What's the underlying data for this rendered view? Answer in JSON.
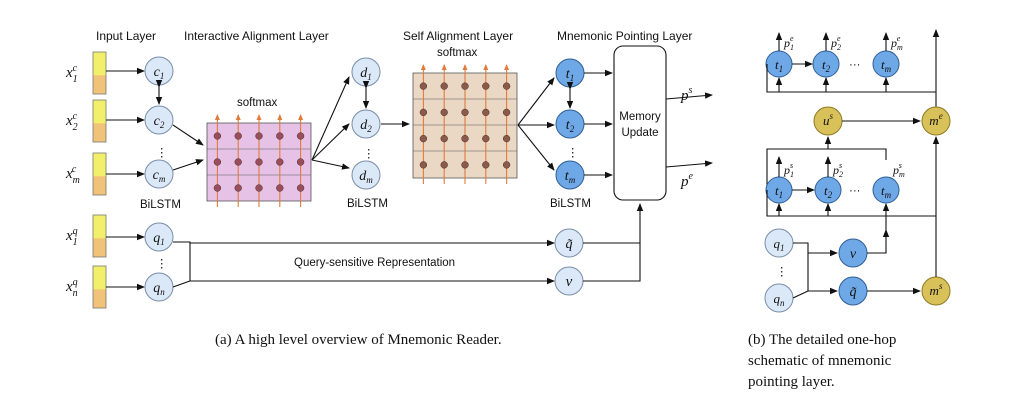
{
  "headers": {
    "input": "Input Layer",
    "interactive": "Interactive Alignment Layer",
    "self": "Self Alignment Layer",
    "mnemonic": "Mnemonic Pointing Layer"
  },
  "labels": {
    "softmax1": "softmax",
    "softmax2": "softmax",
    "bilstm1": "BiLSTM",
    "bilstm2": "BiLSTM",
    "bilstm3": "BiLSTM",
    "memory_line1": "Memory",
    "memory_line2": "Update",
    "query_sensitive": "Query-sensitive Representation",
    "dots": "⋮",
    "hdots": "···"
  },
  "inputs": {
    "x1c": {
      "b": "x",
      "sub": "1",
      "sup": "c"
    },
    "x2c": {
      "b": "x",
      "sub": "2",
      "sup": "c"
    },
    "xmc": {
      "b": "x",
      "sub": "m",
      "sup": "c"
    },
    "x1q": {
      "b": "x",
      "sub": "1",
      "sup": "q"
    },
    "xnq": {
      "b": "x",
      "sub": "n",
      "sup": "q"
    }
  },
  "nodes": {
    "c1": {
      "b": "c",
      "sub": "1"
    },
    "c2": {
      "b": "c",
      "sub": "2"
    },
    "cm": {
      "b": "c",
      "sub": "m"
    },
    "q1": {
      "b": "q",
      "sub": "1"
    },
    "qn": {
      "b": "q",
      "sub": "n"
    },
    "d1": {
      "b": "d",
      "sub": "1"
    },
    "d2": {
      "b": "d",
      "sub": "2"
    },
    "dm": {
      "b": "d",
      "sub": "m"
    },
    "t1": {
      "b": "t",
      "sub": "1"
    },
    "t2": {
      "b": "t",
      "sub": "2"
    },
    "tm": {
      "b": "t",
      "sub": "m"
    },
    "qtilde": {
      "b": "q̃"
    },
    "v": {
      "b": "v"
    }
  },
  "outputs": {
    "ps": {
      "b": "p",
      "sup": "s"
    },
    "pe": {
      "b": "p",
      "sup": "e"
    }
  },
  "right_panel": {
    "top_t1": {
      "b": "t",
      "sub": "1"
    },
    "top_t2": {
      "b": "t",
      "sub": "2"
    },
    "top_tm": {
      "b": "t",
      "sub": "m"
    },
    "top_p1": {
      "b": "p",
      "sub": "1",
      "sup": "e"
    },
    "top_p2": {
      "b": "p",
      "sub": "2",
      "sup": "e"
    },
    "top_pm": {
      "b": "p",
      "sub": "m",
      "sup": "e"
    },
    "us": {
      "b": "u",
      "sup": "s"
    },
    "me": {
      "b": "m",
      "sup": "e"
    },
    "bot_t1": {
      "b": "t",
      "sub": "1"
    },
    "bot_t2": {
      "b": "t",
      "sub": "2"
    },
    "bot_tm": {
      "b": "t",
      "sub": "m"
    },
    "bot_p1": {
      "b": "p",
      "sub": "1",
      "sup": "s"
    },
    "bot_p2": {
      "b": "p",
      "sub": "2",
      "sup": "s"
    },
    "bot_pm": {
      "b": "p",
      "sub": "m",
      "sup": "s"
    },
    "q1": {
      "b": "q",
      "sub": "1"
    },
    "qn": {
      "b": "q",
      "sub": "n"
    },
    "v": {
      "b": "v"
    },
    "qtilde": {
      "b": "q̃"
    },
    "ms": {
      "b": "m",
      "sup": "s"
    }
  },
  "captions": {
    "a": "(a)  A high level overview of Mnemonic Reader.",
    "b1": "(b)  The  detailed  one-hop",
    "b2": "schematic    of    mnemonic",
    "b3": "pointing layer."
  },
  "colors": {
    "node_blue": "#6fa8e6",
    "node_light": "#dbe8f7",
    "node_yellow": "#d9c15a",
    "grid_pink": "#e6c3e6",
    "grid_tan": "#ead8c4",
    "input_bar": "#f2f06a",
    "input_bar_low": "#f0c27a",
    "arrow_orange": "#e07b3c"
  }
}
